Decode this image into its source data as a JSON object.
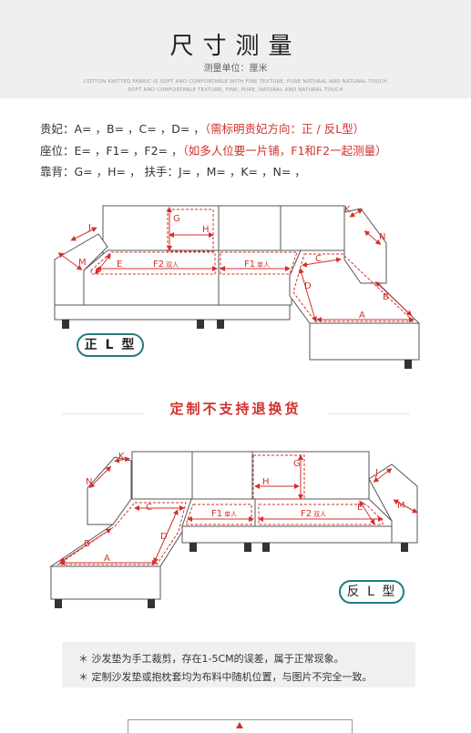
{
  "header": {
    "title": "尺寸测量",
    "subtitle": "测量单位：厘米",
    "en_lines": [
      "COTTON KNITTED FABRIC IS SOFT AND COMFORTABLE WITH FINE TEXTURE, PURE NATURAL AND NATURAL TOUCH",
      "SOFT AND COMFORTABLE TEXTURE, FINE, PURE, NATURAL AND NATURAL TOUCH"
    ]
  },
  "specs": {
    "row1_main": "贵妃：A=  ，B=  ，C=  ，D=  ，",
    "row1_note": "（需标明贵妃方向：正 / 反L型）",
    "row2_main": "座位：E=  ，F1=  ，F2=  ，",
    "row2_note": "（如多人位要一片铺，F1和F2一起测量）",
    "row3_main": "靠背：G=  ，H=  ，  扶手：J=  ，M=  ，K=  ，N=  ，"
  },
  "diagram1": {
    "labels": {
      "G": "G",
      "H": "H",
      "J": "J",
      "M": "M",
      "E": "E",
      "F2": "F2",
      "F2_sub": "双人",
      "F1": "F1",
      "F1_sub": "单人",
      "K": "K",
      "N": "N",
      "C": "C",
      "D": "D",
      "B": "B",
      "A": "A"
    },
    "badge": "正 L 型"
  },
  "notice": "定制不支持退换货",
  "diagram2": {
    "labels": {
      "K": "K",
      "N": "N",
      "C": "C",
      "D": "D",
      "B": "B",
      "A": "A",
      "F1": "F1",
      "F1_sub": "单人",
      "F2": "F2",
      "F2_sub": "双人",
      "G": "G",
      "H": "H",
      "J": "J",
      "E": "E",
      "M": "M"
    },
    "badge": "反 L 型"
  },
  "notes": [
    "＊ 沙发垫为手工裁剪，存在1-5CM的误差，属于正常现象。",
    "＊ 定制沙发垫或抱枕套均为布料中随机位置，与图片不完全一致。"
  ],
  "colors": {
    "accent_red": "#d3302a",
    "badge_teal": "#2a7a7a",
    "header_bg": "#efefef"
  }
}
